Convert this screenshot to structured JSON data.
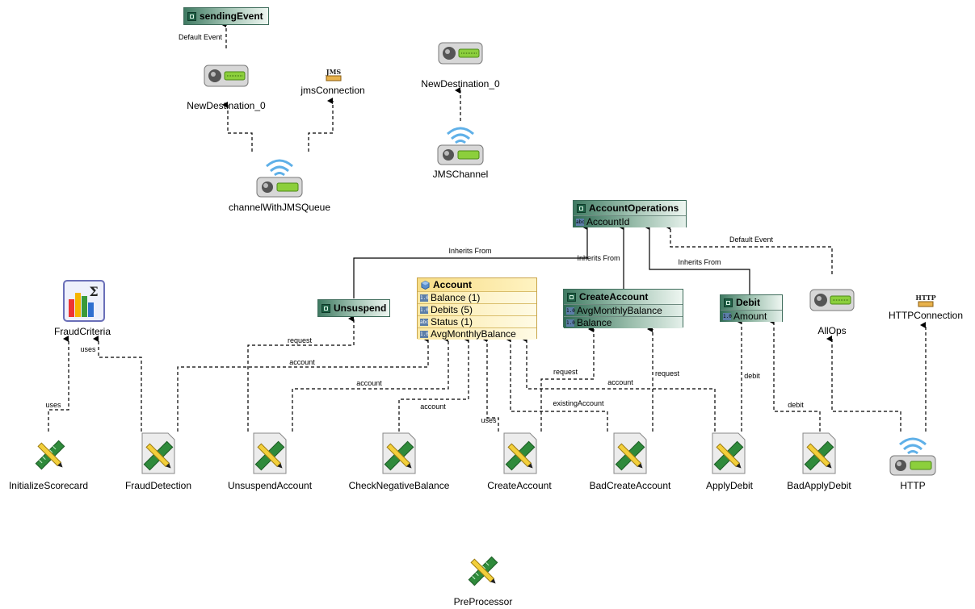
{
  "colors": {
    "event_header": "#3f7a62",
    "concept_fill": "#fff3c2",
    "device_green": "#8ccf3c",
    "rule_green": "#2f8a3b",
    "edge": "#000000"
  },
  "events": {
    "sending_event": {
      "title": "sendingEvent"
    },
    "account_operations": {
      "title": "AccountOperations",
      "attrs": [
        "AccountId"
      ]
    },
    "unsuspend": {
      "title": "Unsuspend"
    },
    "create_account": {
      "title": "CreateAccount",
      "attrs": [
        "AvgMonthlyBalance",
        "Balance"
      ]
    },
    "debit": {
      "title": "Debit",
      "attrs": [
        "Amount"
      ]
    }
  },
  "concept": {
    "title": "Account",
    "attrs": [
      "Balance (1)",
      "Debits (5)",
      "Status (1)",
      "AvgMonthlyBalance"
    ]
  },
  "channels": {
    "destination_top": "NewDestination_0",
    "jms_connection": "jmsConnection",
    "channel_jms_queue": "channelWithJMSQueue",
    "destination_right": "NewDestination_0",
    "jms_channel": "JMSChannel",
    "all_ops": "AllOps",
    "http_connection": "HTTPConnection",
    "http": "HTTP",
    "jms_icon_text": "JMS",
    "http_icon_text": "HTTP"
  },
  "scorecard": {
    "label": "FraudCriteria"
  },
  "rules": [
    "InitializeScorecard",
    "FraudDetection",
    "UnsuspendAccount",
    "CheckNegativeBalance",
    "CreateAccount",
    "BadCreateAccount",
    "ApplyDebit",
    "BadApplyDebit",
    "PreProcessor"
  ],
  "edge_labels": {
    "default_event_top": "Default Event",
    "inherits_from_1": "Inherits From",
    "inherits_from_2": "Inherits From",
    "inherits_from_3": "Inherits From",
    "default_event_right": "Default Event",
    "request_1": "request",
    "account_1": "account",
    "account_2": "account",
    "account_3": "account",
    "uses_1": "uses",
    "uses_2": "uses",
    "uses_3": "uses",
    "request_2": "request",
    "account_4": "account",
    "request_3": "request",
    "existing_account": "existingAccount",
    "debit_1": "debit",
    "debit_2": "debit"
  }
}
